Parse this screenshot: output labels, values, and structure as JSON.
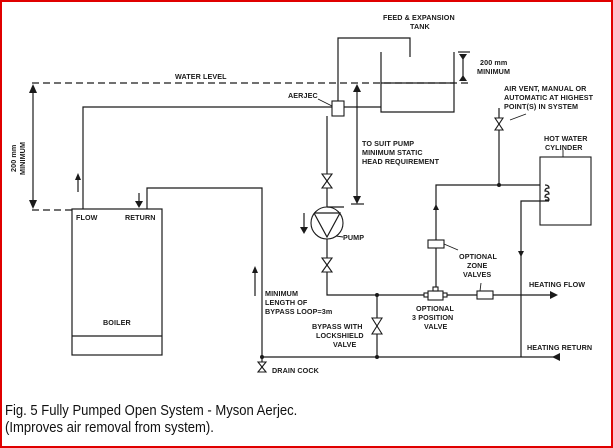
{
  "figure": {
    "caption_line1": "Fig. 5 Fully Pumped Open System - Myson Aerjec.",
    "caption_line2": "(Improves air removal from system).",
    "border_color": "#e00000",
    "line_color": "#1a1a1a"
  },
  "labels": {
    "feed_tank_1": "FEED & EXPANSION",
    "feed_tank_2": "TANK",
    "tank_min_1": "200 mm",
    "tank_min_2": "MINIMUM",
    "water_level": "WATER LEVEL",
    "aerjec": "AERJEC",
    "left_min_1": "200 mm",
    "left_min_2": "MINIMUM",
    "static_head_1": "TO SUIT PUMP",
    "static_head_2": "MINIMUM STATIC",
    "static_head_3": "HEAD REQUIREMENT",
    "air_vent_1": "AIR VENT, MANUAL OR",
    "air_vent_2": "AUTOMATIC AT HIGHEST",
    "air_vent_3": "POINT(S) IN SYSTEM",
    "cylinder_1": "HOT WATER",
    "cylinder_2": "CYLINDER",
    "flow": "FLOW",
    "return": "RETURN",
    "boiler": "BOILER",
    "pump": "PUMP",
    "zone_valves_1": "OPTIONAL",
    "zone_valves_2": "ZONE",
    "zone_valves_3": "VALVES",
    "heating_flow": "HEATING FLOW",
    "heating_return": "HEATING RETURN",
    "three_pos_1": "OPTIONAL",
    "three_pos_2": "3 POSITION",
    "three_pos_3": "VALVE",
    "bypass_loop_1": "MINIMUM",
    "bypass_loop_2": "LENGTH OF",
    "bypass_loop_3": "BYPASS LOOP=3m",
    "bypass_valve_1": "BYPASS WITH",
    "bypass_valve_2": "LOCKSHIELD",
    "bypass_valve_3": "VALVE",
    "drain_cock": "DRAIN COCK"
  }
}
